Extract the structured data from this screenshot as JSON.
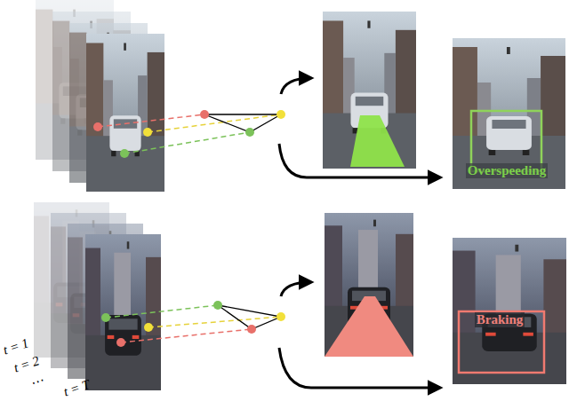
{
  "diagram": {
    "labels": [
      "Overspeeding",
      "Braking",
      "t = 1",
      "t = 2",
      "⋯",
      "t = T"
    ]
  }
}
